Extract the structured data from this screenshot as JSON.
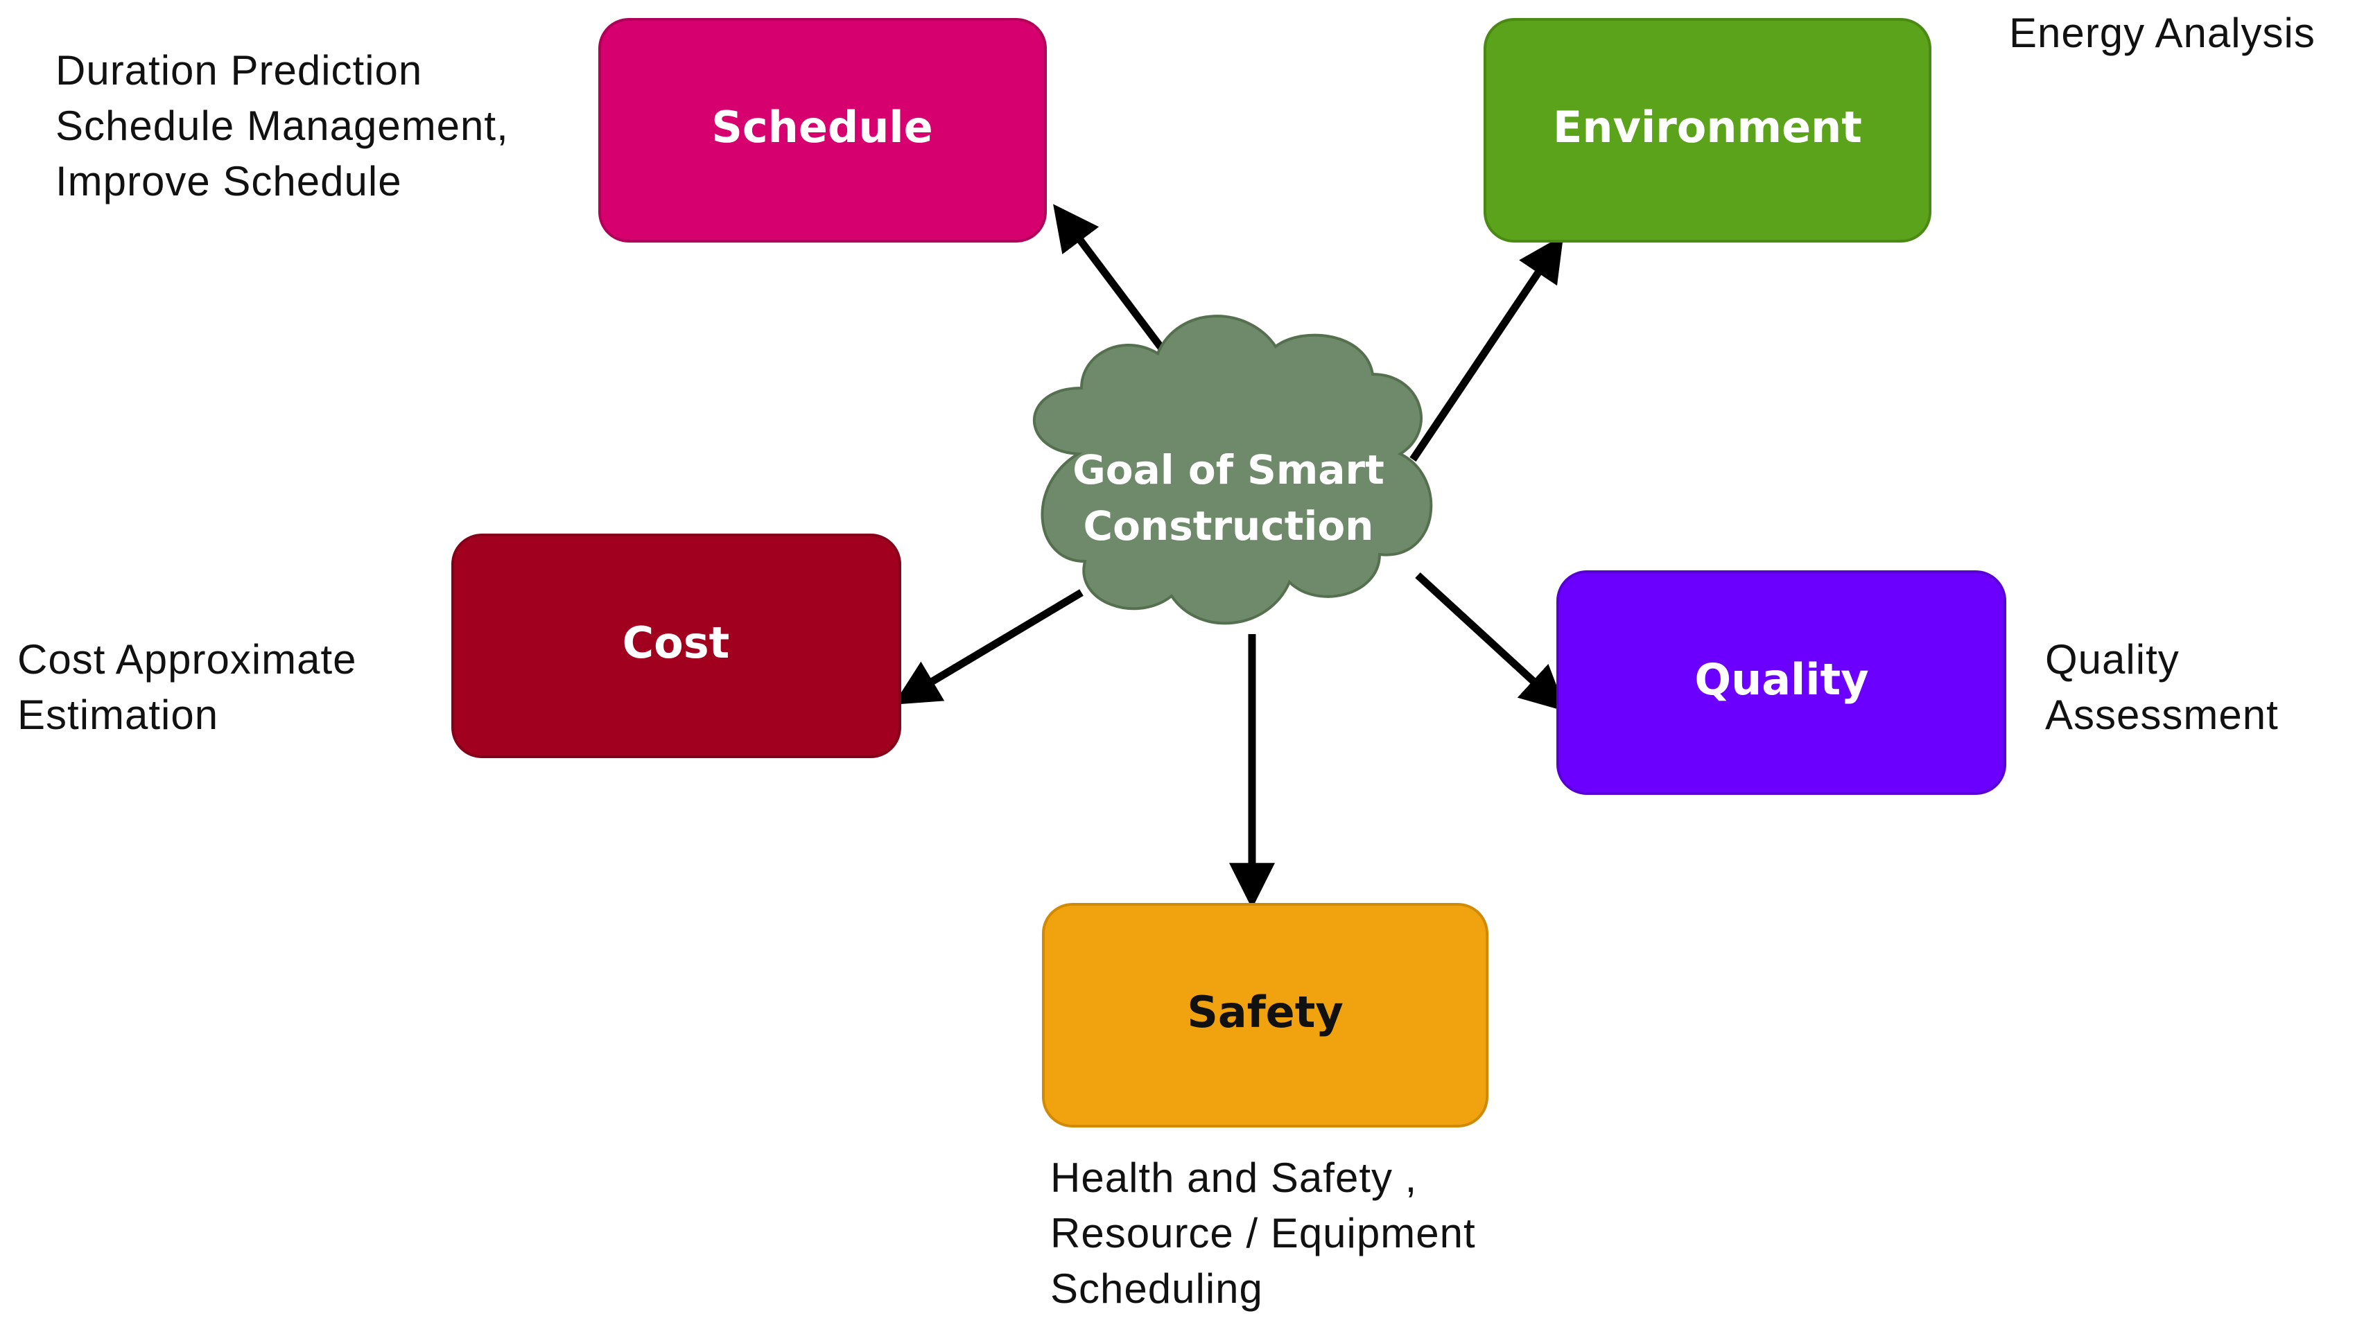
{
  "center": {
    "line1": "Goal of Smart",
    "line2": "Construction",
    "color": "#6f8a6b"
  },
  "nodes": {
    "schedule": {
      "label": "Schedule",
      "color": "#d6006e"
    },
    "environment": {
      "label": "Environment",
      "color": "#5aa31a"
    },
    "cost": {
      "label": "Cost",
      "color": "#a1001f"
    },
    "quality": {
      "label": "Quality",
      "color": "#6c00ff"
    },
    "safety": {
      "label": "Safety",
      "color": "#f0a30f"
    }
  },
  "annotations": {
    "schedule": [
      "Duration Prediction",
      "Schedule Management,",
      "Improve Schedule"
    ],
    "environment": [
      "Energy Analysis"
    ],
    "cost": [
      "Cost Approximate",
      "Estimation"
    ],
    "quality": [
      "Quality",
      "Assessment"
    ],
    "safety": [
      "Health and  Safety ,",
      "Resource / Equipment",
      "Scheduling"
    ]
  }
}
